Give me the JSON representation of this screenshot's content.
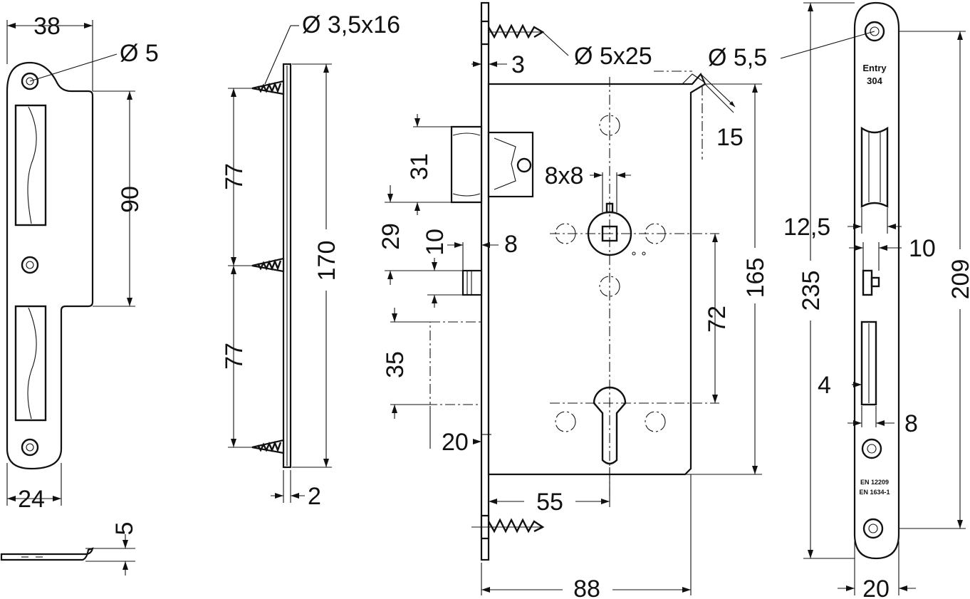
{
  "drawing": {
    "strike_plate": {
      "dims": {
        "width_top": "38",
        "hole": "Ø 5",
        "height": "90",
        "width_bottom": "24",
        "thickness": "5"
      }
    },
    "side_view": {
      "dims": {
        "screw": "Ø 3,5x16",
        "pitch_upper": "77",
        "pitch_lower": "77",
        "length": "170",
        "thickness": "2"
      }
    },
    "lock_body": {
      "dims": {
        "plate_thickness": "3",
        "screw": "Ø 5x25",
        "latch_height": "31",
        "follower": "8x8",
        "offset_29": "29",
        "bolt_10": "10",
        "bolt_8": "8",
        "deadbolt_35": "35",
        "deadbolt_throw": "20",
        "backset": "55",
        "total_width": "88",
        "distance": "72",
        "height": "165",
        "chamfer": "15",
        "hole": "Ø 5,5"
      }
    },
    "faceplate": {
      "label_line1": "Entry",
      "label_line2": "304",
      "standard1": "EN 12209",
      "standard2": "EN 1634-1",
      "dims": {
        "latch_w": "12,5",
        "bolt_w": "10",
        "total_length": "235",
        "hole_pitch": "209",
        "deadbolt_w": "4",
        "deadbolt_h": "8",
        "width": "20"
      }
    }
  }
}
